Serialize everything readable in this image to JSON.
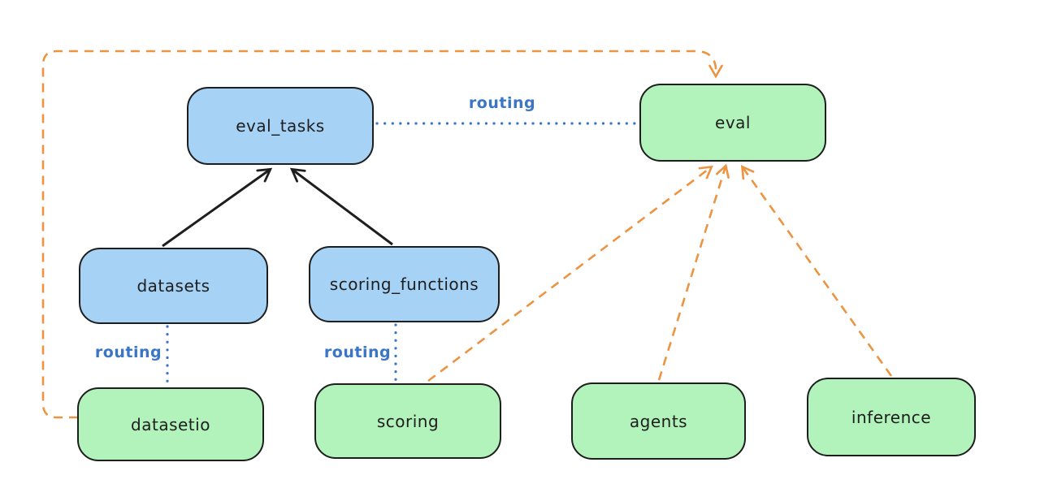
{
  "diagram": {
    "colors": {
      "background": "#ffffff",
      "node_border": "#1e1e1e",
      "blue_fill": "#a6d2f5",
      "green_fill": "#b2f2bb",
      "routing_blue": "#3b76c6",
      "orange": "#eb9441",
      "black": "#1e1e1e"
    },
    "nodes": [
      {
        "id": "eval_tasks",
        "label": "eval_tasks",
        "color": "blue"
      },
      {
        "id": "eval",
        "label": "eval",
        "color": "green"
      },
      {
        "id": "datasets",
        "label": "datasets",
        "color": "blue"
      },
      {
        "id": "scoring_functions",
        "label": "scoring_functions",
        "color": "blue"
      },
      {
        "id": "datasetio",
        "label": "datasetio",
        "color": "green"
      },
      {
        "id": "scoring",
        "label": "scoring",
        "color": "green"
      },
      {
        "id": "agents",
        "label": "agents",
        "color": "green"
      },
      {
        "id": "inference",
        "label": "inference",
        "color": "green"
      }
    ],
    "edges": [
      {
        "from": "datasets",
        "to": "eval_tasks",
        "style": "solid-black-arrow"
      },
      {
        "from": "scoring_functions",
        "to": "eval_tasks",
        "style": "solid-black-arrow"
      },
      {
        "from": "eval_tasks",
        "to": "eval",
        "style": "dotted-blue",
        "label": "routing"
      },
      {
        "from": "datasets",
        "to": "datasetio",
        "style": "dotted-blue",
        "label": "routing"
      },
      {
        "from": "scoring_functions",
        "to": "scoring",
        "style": "dotted-blue",
        "label": "routing"
      },
      {
        "from": "datasetio",
        "to": "eval",
        "style": "dashed-orange-arrow"
      },
      {
        "from": "scoring",
        "to": "eval",
        "style": "dashed-orange-arrow"
      },
      {
        "from": "agents",
        "to": "eval",
        "style": "dashed-orange-arrow"
      },
      {
        "from": "inference",
        "to": "eval",
        "style": "dashed-orange-arrow"
      }
    ]
  }
}
